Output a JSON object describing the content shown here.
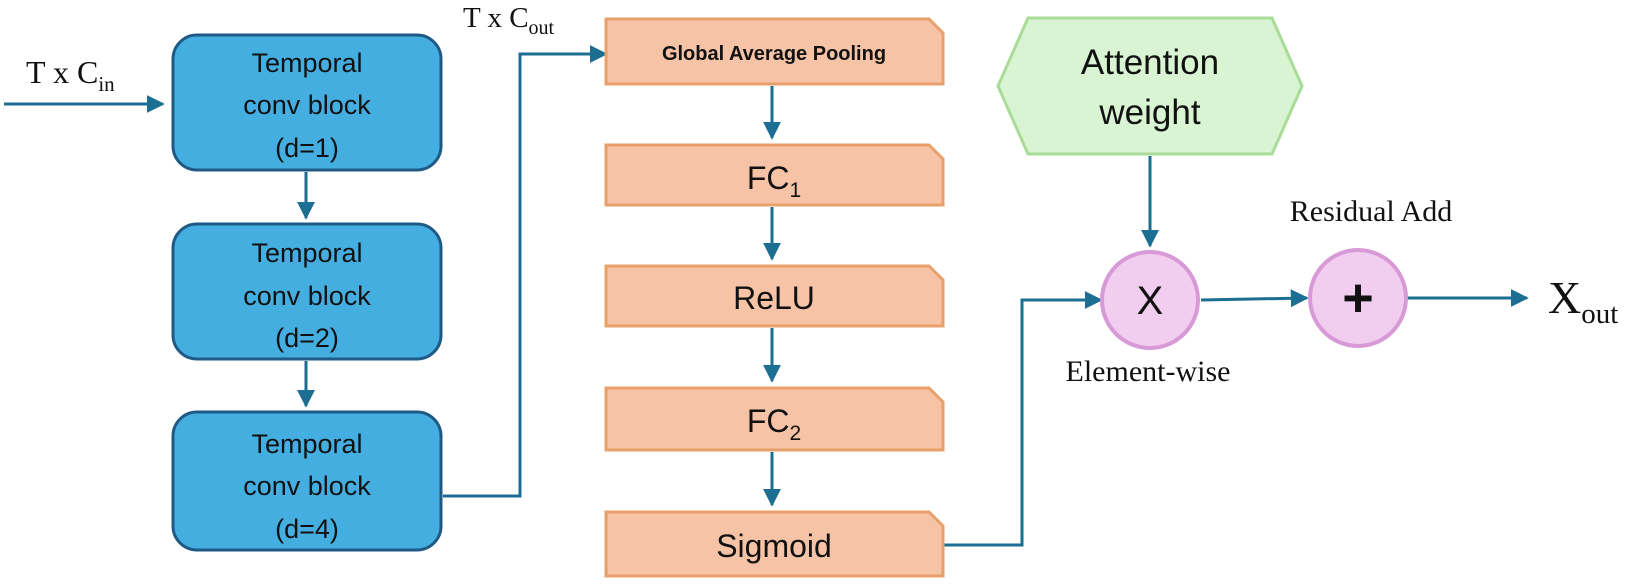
{
  "input_label": {
    "base": "T x C",
    "sub": "in"
  },
  "intermediate_label": {
    "base": "T x C",
    "sub": "out"
  },
  "temporal_blocks": [
    {
      "line1": "Temporal",
      "line2": "conv block",
      "line3": "(d=1)"
    },
    {
      "line1": "Temporal",
      "line2": "conv block",
      "line3": "(d=2)"
    },
    {
      "line1": "Temporal",
      "line2": "conv block",
      "line3": "(d=4)"
    }
  ],
  "attention_steps": {
    "pooling": "Global Average Pooling",
    "fc1": {
      "base": "FC",
      "sub": "1"
    },
    "relu": "ReLU",
    "fc2": {
      "base": "FC",
      "sub": "2"
    },
    "sigmoid": "Sigmoid"
  },
  "attention_weight": {
    "line1": "Attention",
    "line2": "weight"
  },
  "multiply": {
    "symbol": "X",
    "caption": "Element-wise"
  },
  "residual": {
    "symbol": "+",
    "caption": "Residual Add"
  },
  "output_label": {
    "base": "X",
    "sub": "out"
  },
  "colors": {
    "temporal_fill": "#45AEE0",
    "temporal_stroke": "#1F5A86",
    "orange_fill": "#F6C3A6",
    "orange_stroke": "#E8A06A",
    "hex_fill": "#D8F4D2",
    "hex_stroke": "#A8DC98",
    "circle_fill": "#F1CDEF",
    "circle_stroke": "#D79AD6",
    "arrow": "#1D6E93"
  }
}
